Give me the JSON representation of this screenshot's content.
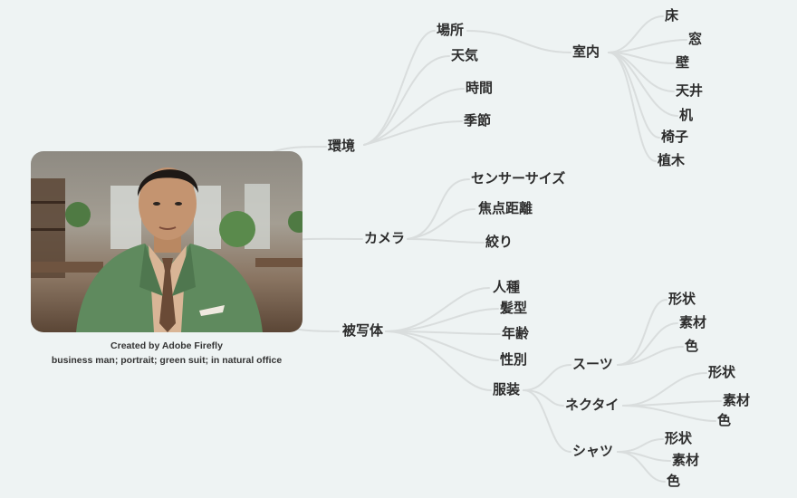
{
  "photo": {
    "caption_line1": "Created by Adobe Firefly",
    "caption_line2": "business man; portrait; green suit; in natural office"
  },
  "mindmap": {
    "branches": {
      "environment": "環境",
      "camera": "カメラ",
      "subject": "被写体"
    },
    "environment": {
      "place": "場所",
      "weather": "天気",
      "time": "時間",
      "season": "季節",
      "indoor": "室内",
      "indoor_items": [
        "床",
        "窓",
        "壁",
        "天井",
        "机",
        "椅子",
        "植木"
      ]
    },
    "camera": {
      "sensor_size": "センサーサイズ",
      "focal_length": "焦点距離",
      "aperture": "絞り"
    },
    "subject": {
      "race": "人種",
      "hairstyle": "髪型",
      "age": "年齢",
      "gender": "性別",
      "clothing": "服装",
      "suit": "スーツ",
      "necktie": "ネクタイ",
      "shirt": "シャツ",
      "suit_attrs": [
        "形状",
        "素材",
        "色"
      ],
      "necktie_attrs": [
        "形状",
        "素材",
        "色"
      ],
      "shirt_attrs": [
        "形状",
        "素材",
        "色"
      ]
    }
  },
  "colors": {
    "background": "#eef3f3",
    "link": "#d9dddd",
    "suit": "#5f8a5e"
  }
}
